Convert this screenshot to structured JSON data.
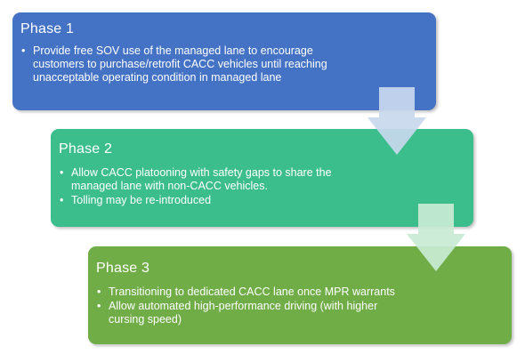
{
  "phases": [
    {
      "title": "Phase 1",
      "color": "#4472c4",
      "bullets": [
        "Provide free SOV use of the managed lane to encourage customers to purchase/retrofit CACC vehicles until reaching unacceptable operating condition in managed lane"
      ]
    },
    {
      "title": "Phase 2",
      "color": "#3cbe8c",
      "bullets": [
        "Allow CACC platooning with safety gaps to share the managed lane with non-CACC vehicles.",
        "Tolling may be re-introduced"
      ]
    },
    {
      "title": "Phase 3",
      "color": "#70ad47",
      "bullets": [
        "Transitioning to dedicated CACC lane once MPR warrants",
        "Allow automated high-performance driving (with higher cursing speed)"
      ]
    }
  ],
  "arrow_colors": {
    "arrow_1": "#c9d8ee",
    "arrow_2": "#c9ead4"
  }
}
